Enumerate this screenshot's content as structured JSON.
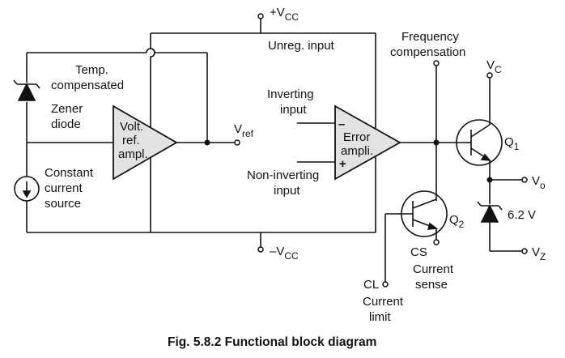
{
  "labels": {
    "vcc_pos": "+V",
    "vcc_pos_sub": "CC",
    "vcc_neg": "–V",
    "vcc_neg_sub": "CC",
    "unreg_input": "Unreg. input",
    "temp_line1": "Temp.",
    "temp_line2": "compensated",
    "zener_line1": "Zener",
    "zener_line2": "diode",
    "volt_ref_line1": "Volt.",
    "volt_ref_line2": "ref.",
    "volt_ref_line3": "ampl.",
    "vref": "V",
    "vref_sub": "ref",
    "const_line1": "Constant",
    "const_line2": "current",
    "const_line3": "source",
    "inverting_line1": "Inverting",
    "inverting_line2": "input",
    "noninverting_line1": "Non-inverting",
    "noninverting_line2": "input",
    "error_line1": "Error",
    "error_line2": "ampli.",
    "minus_sign": "–",
    "plus_sign": "+",
    "freq_line1": "Frequency",
    "freq_line2": "compensation",
    "vc": "V",
    "vc_sub": "C",
    "q1": "Q",
    "q1_sub": "1",
    "q2": "Q",
    "q2_sub": "2",
    "vo": "V",
    "vo_sub": "o",
    "zener_voltage": "6.2 V",
    "vz": "V",
    "vz_sub": "Z",
    "cs": "CS",
    "current_sense_line1": "Current",
    "current_sense_line2": "sense",
    "cl": "CL",
    "current_limit_line1": "Current",
    "current_limit_line2": "limit"
  },
  "caption": "Fig. 5.8.2 Functional block diagram"
}
